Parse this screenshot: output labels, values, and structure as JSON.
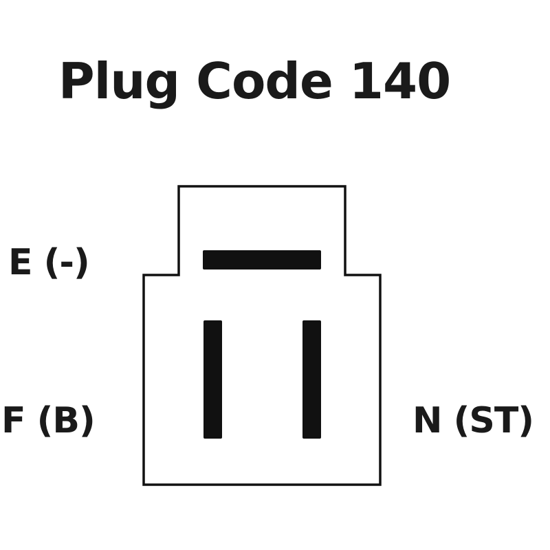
{
  "diagram": {
    "title": "Plug Code 140",
    "pins": [
      {
        "id": "E",
        "label": "E (-)",
        "orientation": "horizontal"
      },
      {
        "id": "F",
        "label": "F (B)",
        "orientation": "vertical"
      },
      {
        "id": "N",
        "label": "N (ST)",
        "orientation": "vertical"
      }
    ]
  },
  "colors": {
    "ink": "#111111",
    "background": "#ffffff"
  }
}
